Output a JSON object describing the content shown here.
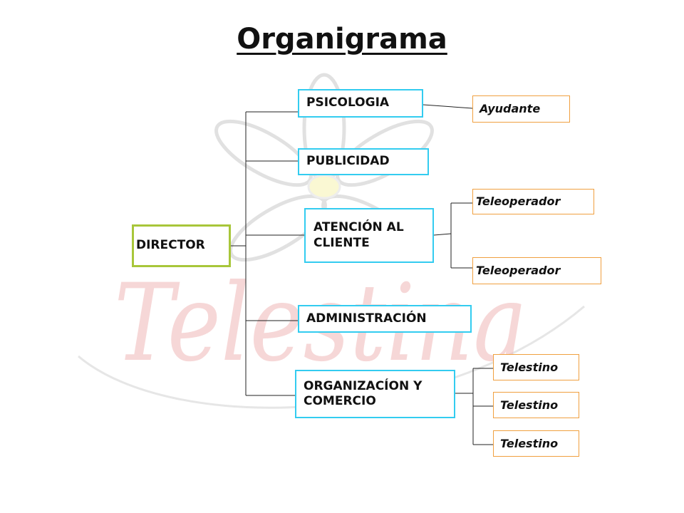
{
  "title": "Organigrama",
  "watermark": {
    "text": "Telestina",
    "color": "#e8a0a0"
  },
  "colors": {
    "department_border": "#33ccf0",
    "director_border": "#a8c63a",
    "subordinate_border": "#f0a040",
    "connector": "#222222"
  },
  "root": {
    "label": "DIRECTOR"
  },
  "departments": [
    {
      "label": "PSICOLOGIA",
      "children": [
        "Ayudante"
      ]
    },
    {
      "label": "PUBLICIDAD",
      "children": []
    },
    {
      "label": "ATENCIÓN AL CLIENTE",
      "children": [
        "Teleoperador",
        "Teleoperador"
      ]
    },
    {
      "label": "ADMINISTRACIÓN",
      "children": []
    },
    {
      "label": "ORGANIZACÍON Y COMERCIO",
      "children": [
        "Telestino",
        "Telestino",
        "Telestino"
      ]
    }
  ]
}
